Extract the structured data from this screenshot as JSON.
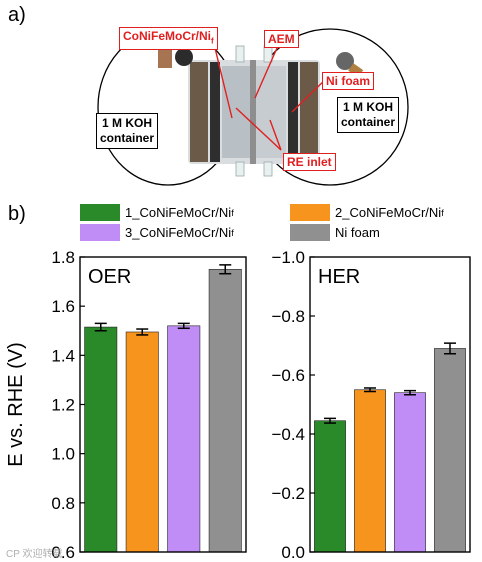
{
  "panel_a": {
    "label": "a)",
    "callouts": {
      "alloy": "CoNiFeMoCr/Ni",
      "alloy_sub": "f",
      "aem": "AEM",
      "ni_foam": "Ni foam",
      "re_inlet": "RE inlet"
    },
    "containers": {
      "left_line1": "1 M KOH",
      "left_line2": "container",
      "right_line1": "1 M KOH",
      "right_line2": "container"
    },
    "colors": {
      "callout": "#e02020"
    }
  },
  "panel_b": {
    "label": "b)",
    "legend": [
      {
        "name": "1_CoNiFeMoCr/Ni",
        "sub": "f",
        "color": "#2a8a2a"
      },
      {
        "name": "2_CoNiFeMoCr/Ni",
        "sub": "f",
        "color": "#f7941d"
      },
      {
        "name": "3_CoNiFeMoCr/Ni",
        "sub": "f",
        "color": "#c08cf5"
      },
      {
        "name": "Ni foam",
        "sub": "",
        "color": "#909090"
      }
    ]
  },
  "watermark": "CP 欢迎转载",
  "chart_data": [
    {
      "type": "bar",
      "title": "OER",
      "ylabel": "E vs. RHE (V)",
      "ylim": [
        0.6,
        1.8
      ],
      "yticks": [
        "0.6",
        "0.8",
        "1.0",
        "1.2",
        "1.4",
        "1.6",
        "1.8"
      ],
      "categories": [
        "1_CoNiFeMoCr/Nif",
        "2_CoNiFeMoCr/Nif",
        "3_CoNiFeMoCr/Nif",
        "Ni foam"
      ],
      "values": [
        1.515,
        1.495,
        1.52,
        1.75
      ],
      "errors": [
        0.015,
        0.012,
        0.01,
        0.018
      ],
      "colors": [
        "#2a8a2a",
        "#f7941d",
        "#c08cf5",
        "#909090"
      ]
    },
    {
      "type": "bar",
      "title": "HER",
      "ylim": [
        0.0,
        -1.0
      ],
      "yticks": [
        "0.0",
        "−0.2",
        "−0.4",
        "−0.6",
        "−0.8",
        "−1.0"
      ],
      "categories": [
        "1_CoNiFeMoCr/Nif",
        "2_CoNiFeMoCr/Nif",
        "3_CoNiFeMoCr/Nif",
        "Ni foam"
      ],
      "values": [
        -0.445,
        -0.55,
        -0.54,
        -0.69
      ],
      "errors": [
        0.008,
        0.006,
        0.007,
        0.018
      ],
      "colors": [
        "#2a8a2a",
        "#f7941d",
        "#c08cf5",
        "#909090"
      ]
    }
  ]
}
